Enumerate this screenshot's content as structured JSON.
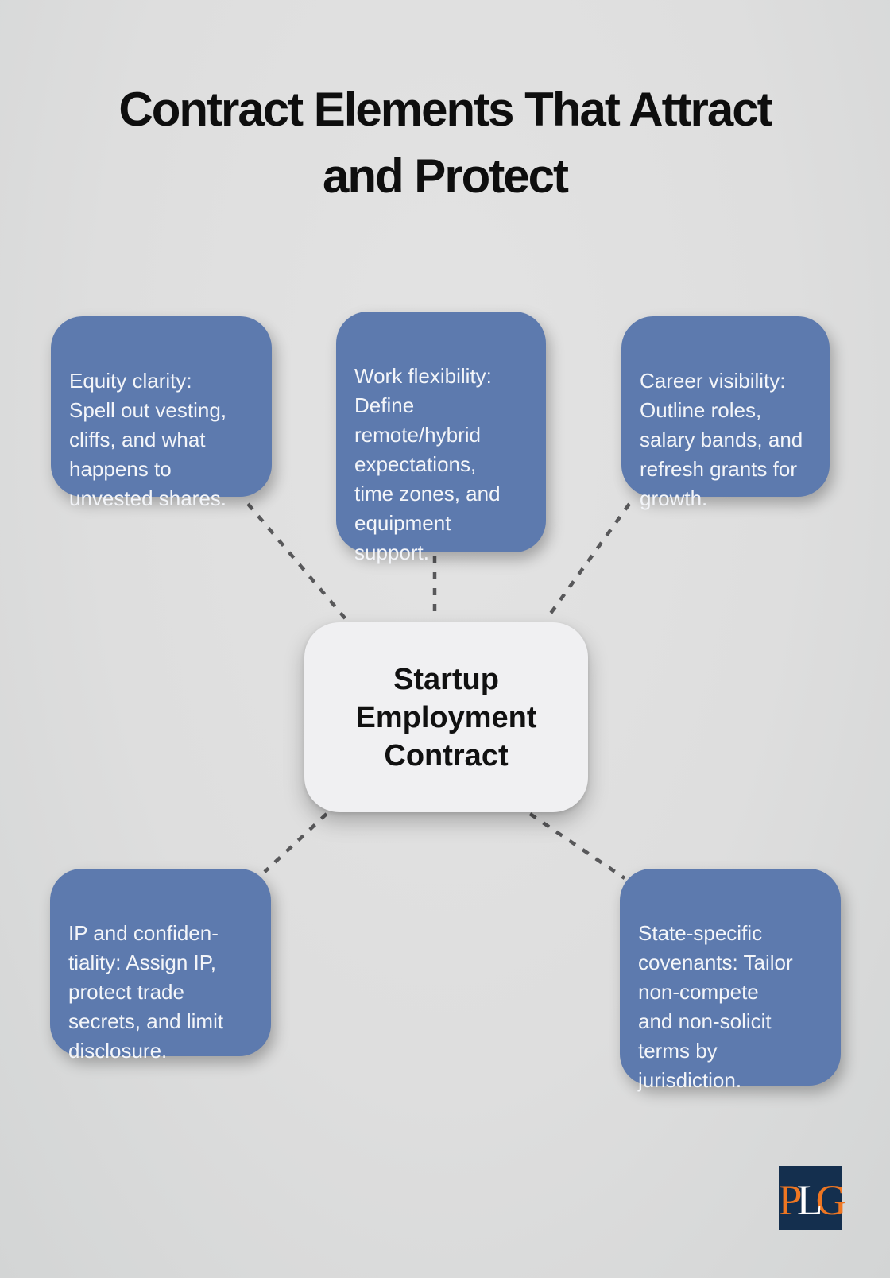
{
  "title": "Contract Elements That Attract\nand Protect",
  "center": {
    "label": "Startup\nEmployment\nContract"
  },
  "nodes": {
    "equity": {
      "text": "Equity clarity:\nSpell out vesting,\ncliffs, and what\nhappens to\nunvested shares."
    },
    "work": {
      "text": "Work flexibility:\nDefine\nremote/hybrid\nexpectations,\ntime zones, and\nequipment\nsupport."
    },
    "career": {
      "text": "Career visibility:\nOutline roles,\nsalary bands, and\nrefresh grants for\ngrowth."
    },
    "ip": {
      "text": "IP and confiden-\ntiality: Assign IP,\nprotect trade\nsecrets, and limit\ndisclosure."
    },
    "state": {
      "text": "State-specific\ncovenants: Tailor\nnon-compete\nand non-solicit\nterms by\njurisdiction."
    }
  },
  "logo": {
    "letters": [
      "P",
      "L",
      "G"
    ]
  },
  "colors": {
    "background": "#dedede",
    "bg_light": "#e3e3e3",
    "bg_dark": "#d3d5d5",
    "node_fill": "#5d7aae",
    "node_text": "#f3f5f9",
    "center_fill": "#f0f0f2",
    "center_text": "#111111",
    "dash": "#58585a",
    "title": "#0e0e0e",
    "logo_bg": "#142f4e",
    "logo_orange": "#ee7622",
    "logo_white": "#ffffff"
  }
}
